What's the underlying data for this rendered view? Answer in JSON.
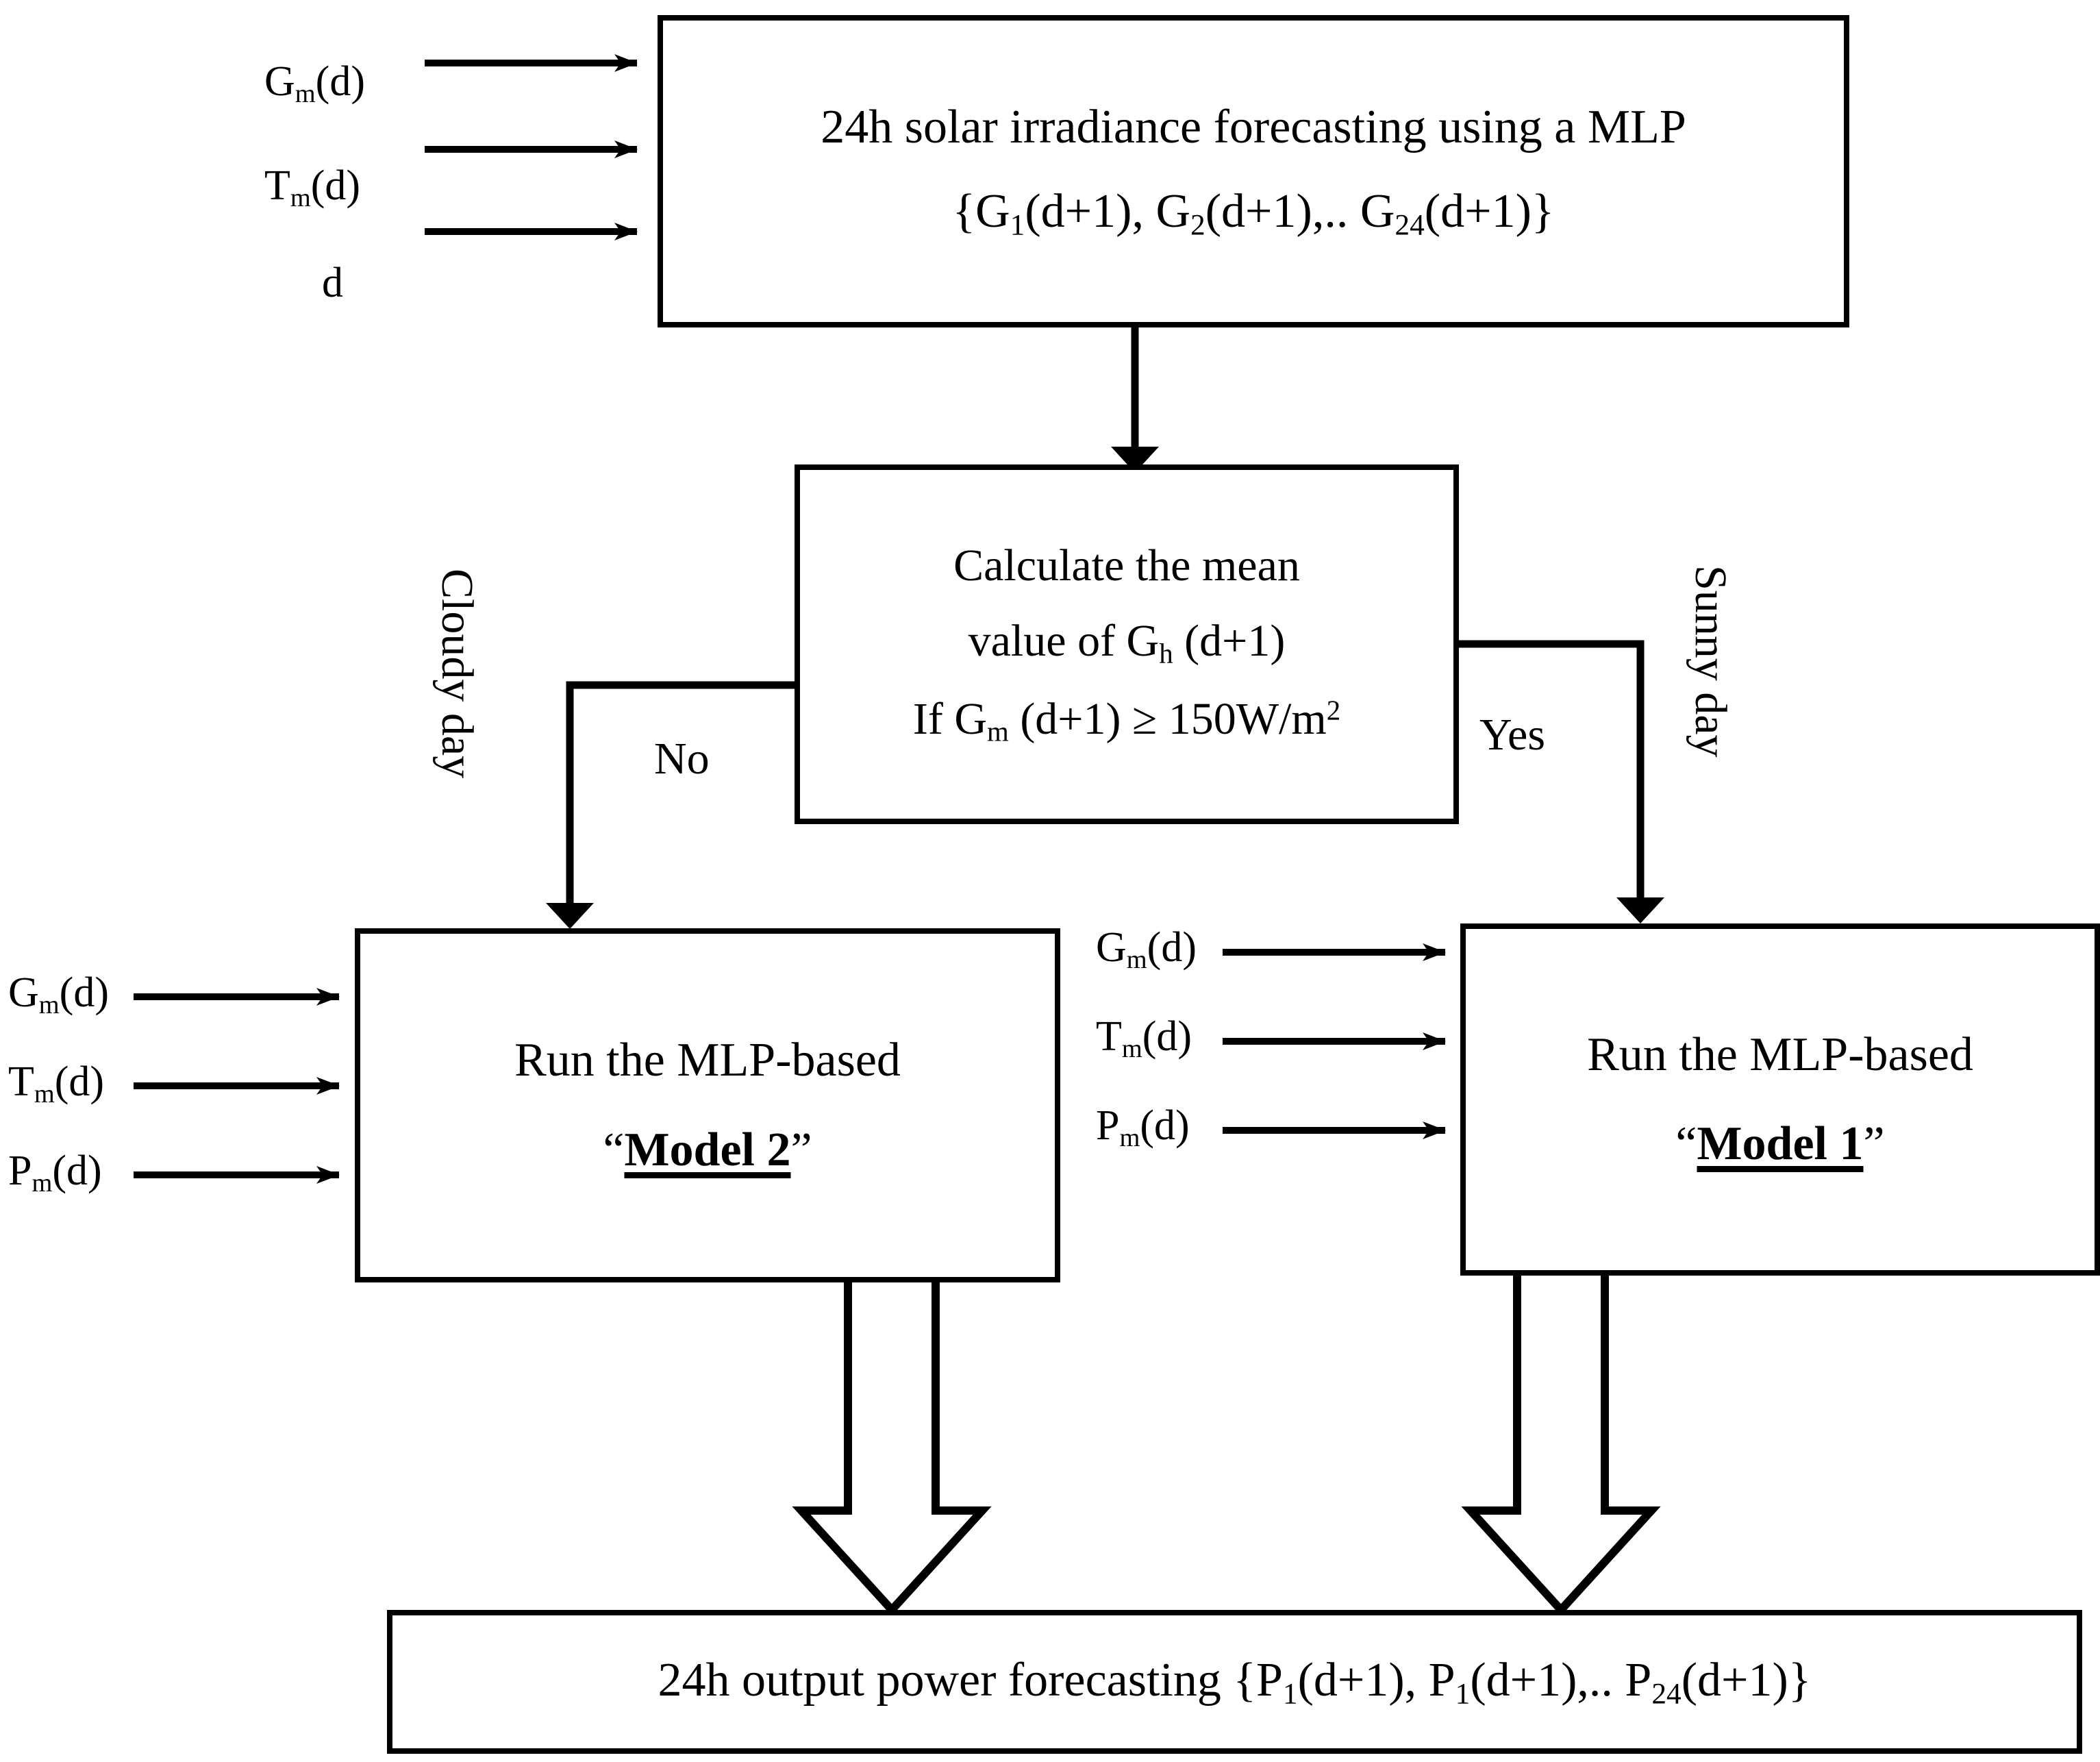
{
  "diagram": {
    "title": "24h PV output power forecasting flowchart",
    "type": "flowchart"
  },
  "nodes": {
    "forecast_box": {
      "line1": "24h solar irradiance forecasting using a MLP",
      "line2_prefix": "{G",
      "line2_sub1": "1",
      "line2_mid1": "(d+1), G",
      "line2_sub2": "2",
      "line2_mid2": "(d+1),.. G",
      "line2_sub3": "24",
      "line2_suffix": "(d+1)}"
    },
    "decision_box": {
      "line1": "Calculate the mean",
      "line2_a": "value of G",
      "line2_sub": "h",
      "line2_b": " (d+1)",
      "line3_a": "If G",
      "line3_sub": "m",
      "line3_b": " (d+1) ≥ 150W/m",
      "line3_sup": "2"
    },
    "model2_box": {
      "line1": "Run the MLP-based",
      "quote_open": "“",
      "name": "Model 2",
      "quote_close": "”"
    },
    "model1_box": {
      "line1": "Run the MLP-based",
      "quote_open": "“",
      "name": "Model 1",
      "quote_close": "”"
    },
    "output_box": {
      "text_a": "24h output power forecasting {P",
      "sub1": "1",
      "text_b": "(d+1), P",
      "sub2": "1",
      "text_c": "(d+1),.. P",
      "sub3": "24",
      "text_d": "(d+1)}"
    }
  },
  "inputs_top": [
    {
      "sym": "G",
      "sub": "m",
      "arg": "(d)"
    },
    {
      "sym": "T",
      "sub": "m",
      "arg": "(d)"
    },
    {
      "sym": "d",
      "sub": "",
      "arg": ""
    }
  ],
  "inputs_model2": [
    {
      "sym": "G",
      "sub": "m",
      "arg": "(d)"
    },
    {
      "sym": "T",
      "sub": "m",
      "arg": "(d)"
    },
    {
      "sym": "P",
      "sub": "m",
      "arg": "(d)"
    }
  ],
  "inputs_model1": [
    {
      "sym": "G",
      "sub": "m",
      "arg": "(d)"
    },
    {
      "sym": "T",
      "sub": "m",
      "arg": "(d)"
    },
    {
      "sym": "P",
      "sub": "m",
      "arg": "(d)"
    }
  ],
  "branch_labels": {
    "left_condition": "No",
    "right_condition": "Yes",
    "left_day": "Cloudy day",
    "right_day": "Sunny day"
  },
  "colors": {
    "stroke": "#000000",
    "background": "#ffffff"
  }
}
